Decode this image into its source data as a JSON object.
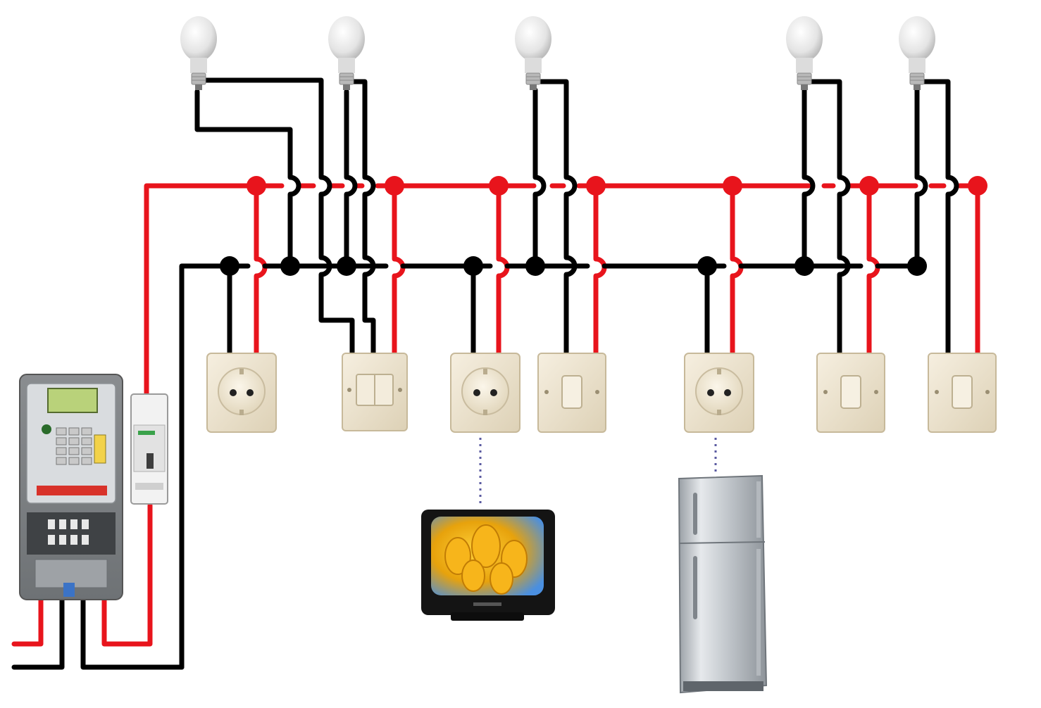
{
  "colors": {
    "live_wire": "#e8141c",
    "neutral_wire": "#000000",
    "background": "#ffffff",
    "plate": "#ece3cf",
    "plate_edge": "#cfc3a8",
    "dotted_link": "#5a5aa0"
  },
  "components": {
    "lamps": [
      "lamp-1",
      "lamp-2",
      "lamp-3",
      "lamp-4",
      "lamp-5"
    ],
    "outlets": [
      "outlet-1",
      "outlet-2",
      "outlet-3"
    ],
    "switches": [
      "double-switch",
      "single-switch-1",
      "single-switch-2",
      "single-switch-3"
    ],
    "appliances": [
      "television",
      "refrigerator"
    ]
  }
}
